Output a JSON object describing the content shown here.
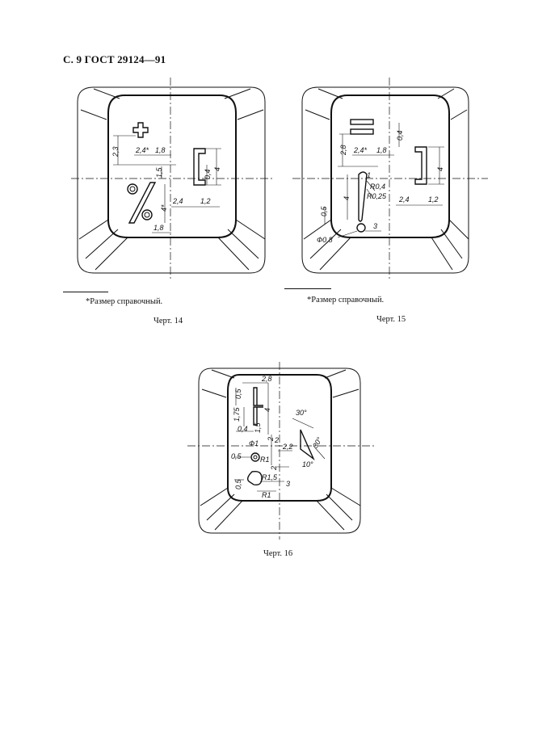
{
  "page": {
    "header": "С. 9 ГОСТ 29124—91"
  },
  "figures": [
    {
      "caption": "Черт. 14",
      "footnote": "*Размер справочный.",
      "dims": [
        "2,3",
        "2,4*",
        "1,8",
        "1,5",
        "0,4",
        "4",
        "2,4",
        "1,2",
        "4*",
        "1,8"
      ]
    },
    {
      "caption": "Черт. 15",
      "footnote": "*Размер справочный.",
      "dims": [
        "2,8",
        "2,4*",
        "1,8",
        "0,4",
        "1",
        "R0,4",
        "4",
        "R0,25",
        "4",
        "0,5",
        "2,4",
        "1,2",
        "Ф0,8",
        "3"
      ]
    },
    {
      "caption": "Черт. 16",
      "dims": [
        "2,8",
        "0,5",
        "4",
        "1,75",
        "0,4",
        "1,5",
        "30°",
        "2",
        "Ф1",
        "2",
        "2,2",
        "30°",
        "0,5",
        "R1",
        "2",
        "10°",
        "0,5",
        "R1,5",
        "3",
        "R1"
      ]
    }
  ]
}
